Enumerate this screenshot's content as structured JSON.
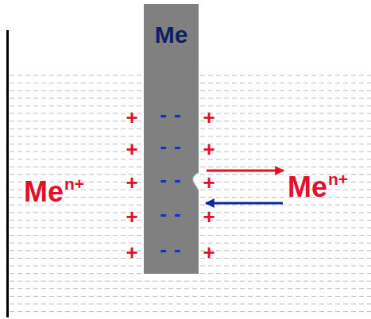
{
  "diagram": {
    "nodes": [
      {
        "text": [
          "Me"
        ]
      }
    ],
    "labels": [
      "+",
      "- -",
      "+",
      "+",
      "- -",
      "+",
      "Me",
      "n+",
      "+",
      "- -",
      "+",
      "Me",
      "n+",
      "+",
      "- -",
      "+",
      "+",
      "- -",
      "+"
    ]
  }
}
